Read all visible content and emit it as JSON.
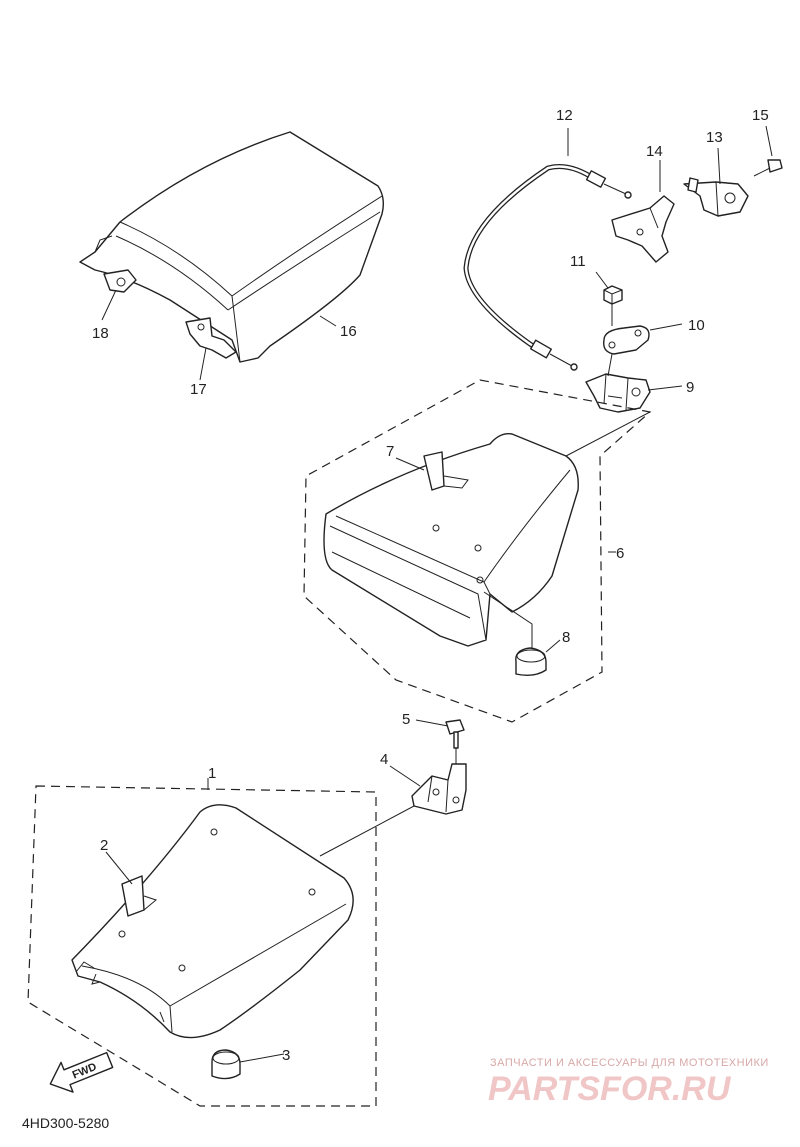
{
  "diagram": {
    "drawing_code": "4HD300-5280",
    "fwd_label": "FWD",
    "parts": [
      {
        "number": "1",
        "ref": "front-seat-assembly"
      },
      {
        "number": "2",
        "ref": "front-seat-tab"
      },
      {
        "number": "3",
        "ref": "front-seat-damper"
      },
      {
        "number": "4",
        "ref": "seat-bracket"
      },
      {
        "number": "5",
        "ref": "bracket-bolt"
      },
      {
        "number": "6",
        "ref": "rear-seat-assembly"
      },
      {
        "number": "7",
        "ref": "rear-seat-tab"
      },
      {
        "number": "8",
        "ref": "rear-seat-damper"
      },
      {
        "number": "9",
        "ref": "seat-lock-assembly"
      },
      {
        "number": "10",
        "ref": "lock-plate"
      },
      {
        "number": "11",
        "ref": "lock-nut"
      },
      {
        "number": "12",
        "ref": "seat-lock-cable"
      },
      {
        "number": "13",
        "ref": "key-cylinder"
      },
      {
        "number": "14",
        "ref": "lock-bracket"
      },
      {
        "number": "15",
        "ref": "lock-screw"
      },
      {
        "number": "16",
        "ref": "seat-cowl"
      },
      {
        "number": "17",
        "ref": "cowl-bracket"
      },
      {
        "number": "18",
        "ref": "cowl-clip"
      }
    ]
  },
  "watermark": {
    "tagline": "ЗАПЧАСТИ И АКСЕССУАРЫ ДЛЯ МОТОТЕХНИКИ",
    "brand": "PARTSFOR.RU",
    "color": "#e9b3b3"
  }
}
